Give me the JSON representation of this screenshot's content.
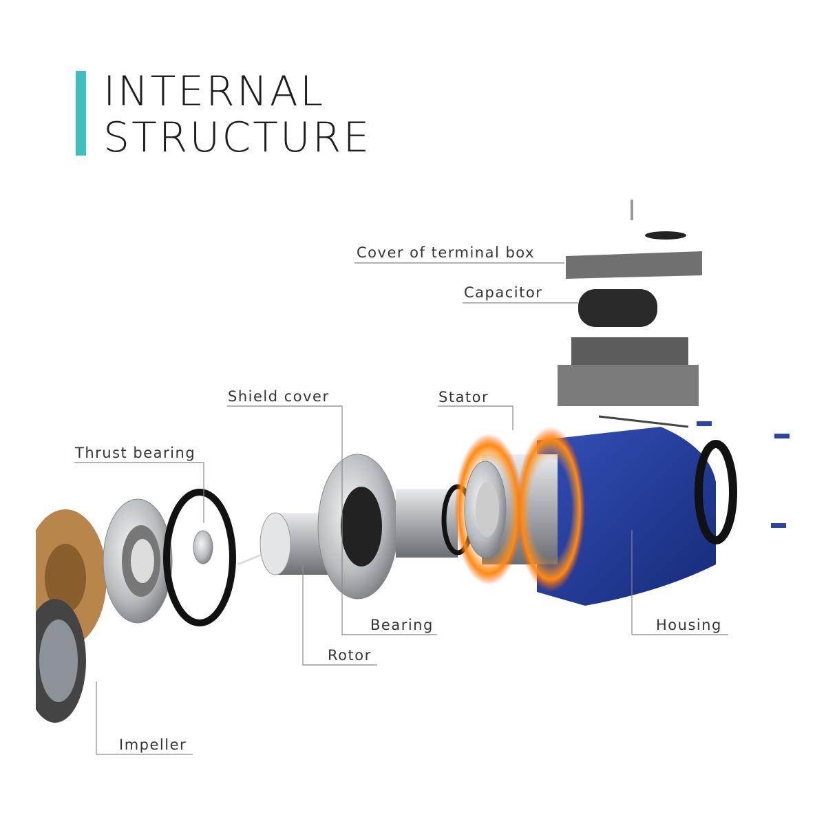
{
  "title": {
    "line1": "INTERNAL",
    "line2": "STRUCTURE"
  },
  "accent_color": "#3dbfc0",
  "labels": {
    "cover_terminal_box": "Cover of terminal box",
    "capacitor": "Capacitor",
    "shield_cover": "Shield cover",
    "stator": "Stator",
    "thrust_bearing": "Thrust bearing",
    "bearing": "Bearing",
    "rotor": "Rotor",
    "housing": "Housing",
    "impeller": "Impeller"
  }
}
